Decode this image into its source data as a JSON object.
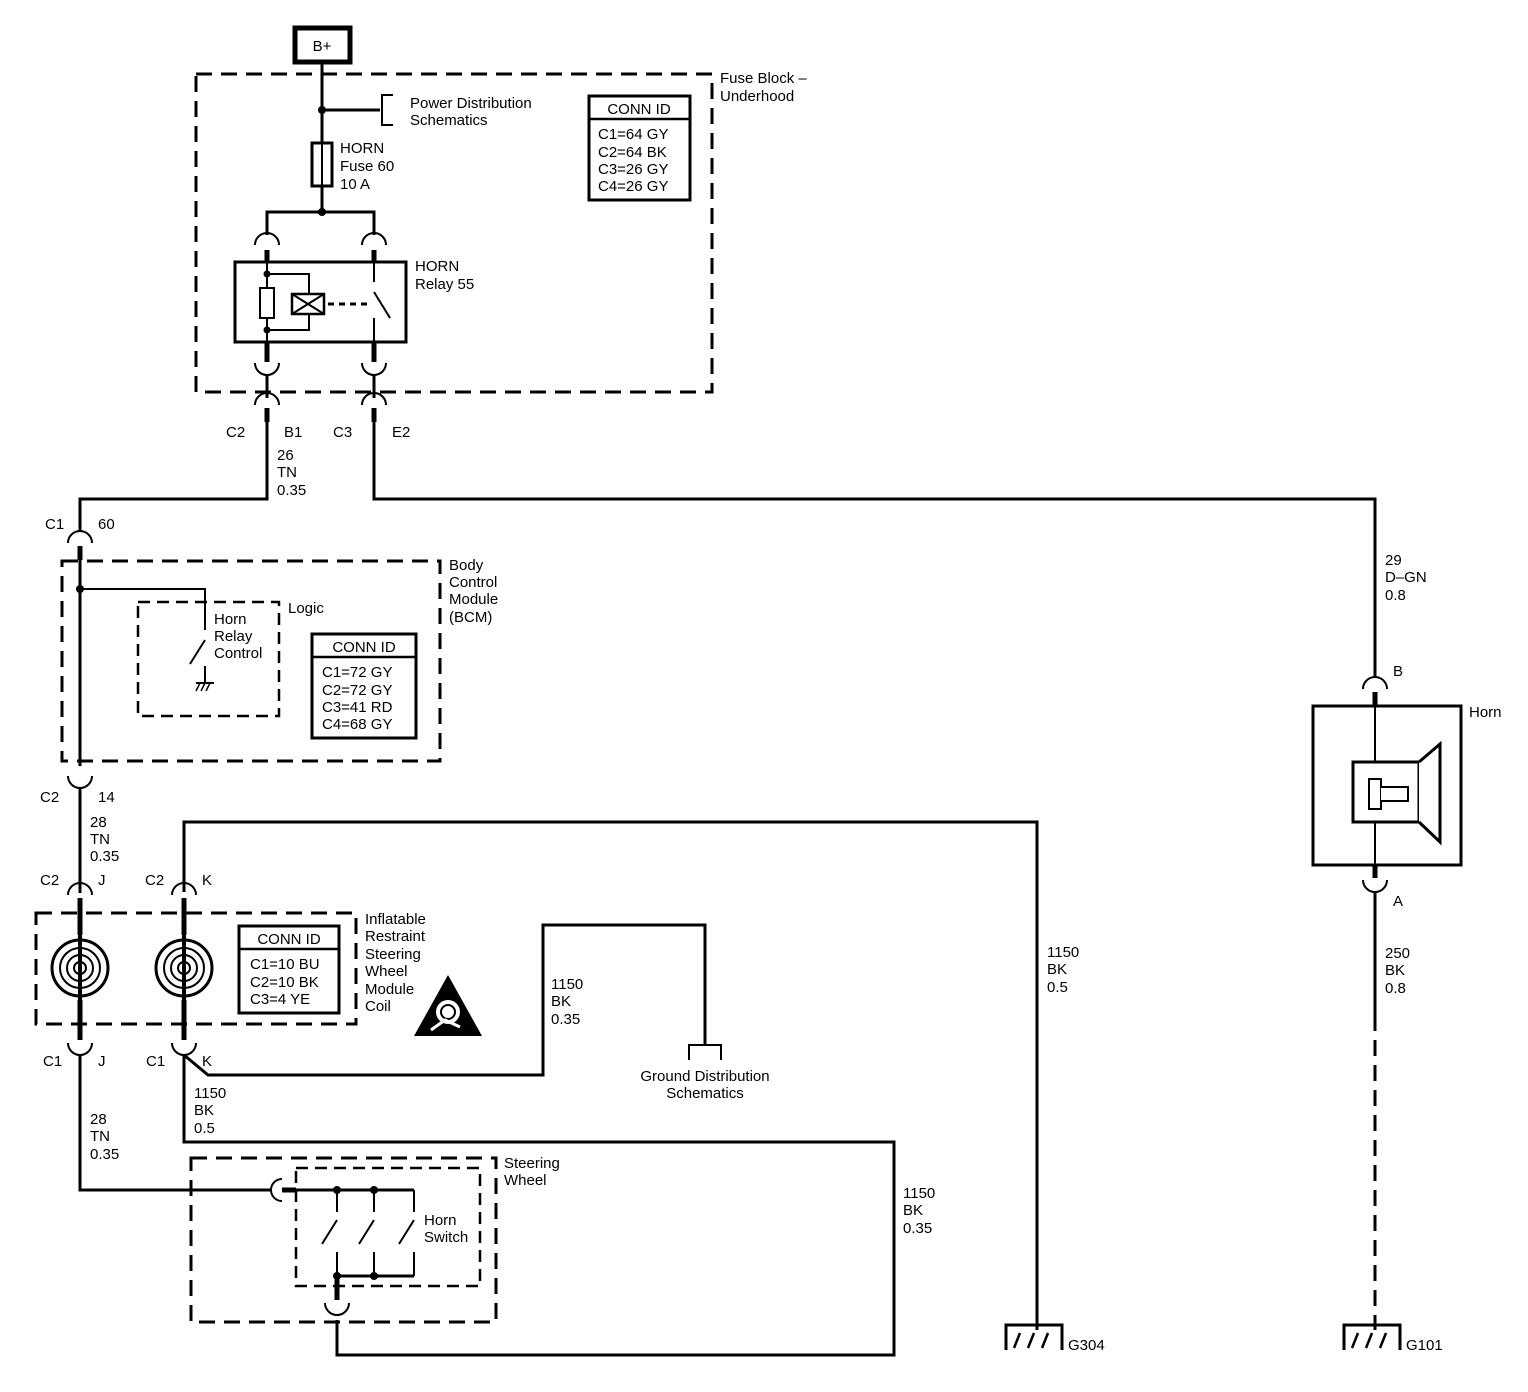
{
  "battery": {
    "label": "B+"
  },
  "fuse_block": {
    "title_line1": "Fuse Block –",
    "title_line2": "Underhood",
    "power_dist_line1": "Power Distribution",
    "power_dist_line2": "Schematics",
    "fuse_line1": "HORN",
    "fuse_line2": "Fuse 60",
    "fuse_line3": "10 A",
    "relay_line1": "HORN",
    "relay_line2": "Relay 55",
    "conn_id": {
      "header": "CONN ID",
      "rows": [
        "C1=64 GY",
        "C2=64 BK",
        "C3=26 GY",
        "C4=26 GY"
      ]
    }
  },
  "connectors": {
    "fb_c2": "C2",
    "fb_b1": "B1",
    "fb_c3": "C3",
    "fb_e2": "E2",
    "bcm_c1": "C1",
    "bcm_60": "60",
    "bcm_c2": "C2",
    "bcm_14": "14",
    "coil_c2_top": "C2",
    "coil_j_top": "J",
    "coil_c2b_top": "C2",
    "coil_k_top": "K",
    "coil_c1_bot": "C1",
    "coil_j_bot": "J",
    "coil_c1b_bot": "C1",
    "coil_k_bot": "K",
    "horn_b": "B",
    "horn_a": "A"
  },
  "wires": {
    "w1": [
      "26",
      "TN",
      "0.35"
    ],
    "w2": [
      "29",
      "D–GN",
      "0.8"
    ],
    "w3": [
      "28",
      "TN",
      "0.35"
    ],
    "w4": [
      "1150",
      "BK",
      "0.35"
    ],
    "w5": [
      "1150",
      "BK",
      "0.5"
    ],
    "w6": [
      "1150",
      "BK",
      "0.5"
    ],
    "w7": [
      "28",
      "TN",
      "0.35"
    ],
    "w8": [
      "1150",
      "BK",
      "0.35"
    ],
    "w9": [
      "250",
      "BK",
      "0.8"
    ]
  },
  "bcm": {
    "title": [
      "Body",
      "Control",
      "Module",
      "(BCM)"
    ],
    "logic": "Logic",
    "relay_control": [
      "Horn",
      "Relay",
      "Control"
    ],
    "conn_id": {
      "header": "CONN ID",
      "rows": [
        "C1=72 GY",
        "C2=72 GY",
        "C3=41 RD",
        "C4=68 GY"
      ]
    }
  },
  "coil": {
    "title": [
      "Inflatable",
      "Restraint",
      "Steering",
      "Wheel",
      "Module",
      "Coil"
    ],
    "conn_id": {
      "header": "CONN ID",
      "rows": [
        "C1=10 BU",
        "C2=10 BK",
        "C3=4 YE"
      ]
    }
  },
  "ground_dist": {
    "line1": "Ground Distribution",
    "line2": "Schematics"
  },
  "steering_wheel": {
    "title": [
      "Steering",
      "Wheel"
    ],
    "horn_switch": [
      "Horn",
      "Switch"
    ]
  },
  "horn": {
    "label": "Horn"
  },
  "grounds": {
    "g304": "G304",
    "g101": "G101"
  }
}
